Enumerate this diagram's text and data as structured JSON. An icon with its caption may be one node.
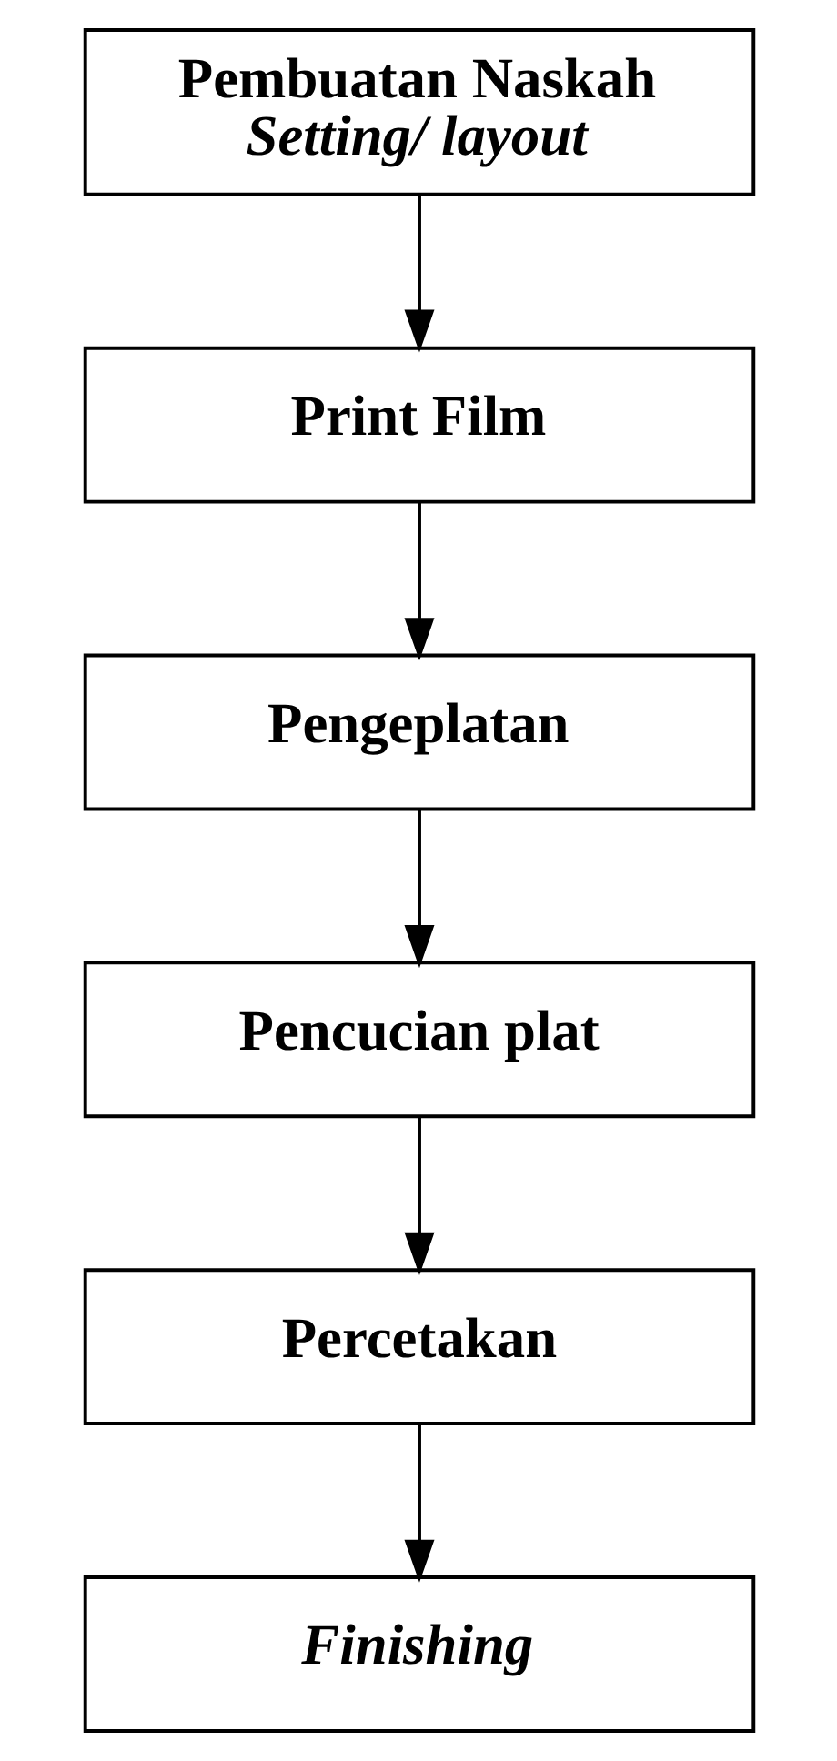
{
  "diagram": {
    "nodes": [
      {
        "text": [
          "Pembuatan Naskah",
          "Setting/ layout"
        ]
      },
      {
        "text": [
          "Print Film"
        ]
      },
      {
        "text": [
          "Pengeplatan"
        ]
      },
      {
        "text": [
          "Pencucian plat"
        ]
      },
      {
        "text": [
          "Percetakan"
        ]
      },
      {
        "text": [
          "Finishing"
        ]
      }
    ],
    "edges": [
      {
        "from": 0,
        "to": 1,
        "arrow": "to"
      },
      {
        "from": 1,
        "to": 2,
        "arrow": "to"
      },
      {
        "from": 2,
        "to": 3,
        "arrow": "to"
      },
      {
        "from": 3,
        "to": 4,
        "arrow": "to"
      },
      {
        "from": 4,
        "to": 5,
        "arrow": "to"
      }
    ]
  }
}
